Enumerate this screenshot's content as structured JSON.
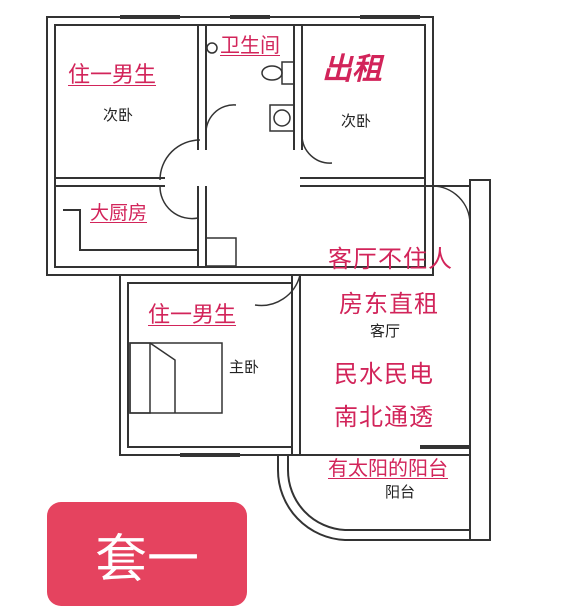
{
  "rooms": {
    "bedroom_left": {
      "tenant": "住一男生",
      "label": "次卧"
    },
    "bathroom": {
      "label": "卫生间"
    },
    "bedroom_right": {
      "status": "出租",
      "label": "次卧"
    },
    "kitchen": {
      "label": "大厨房"
    },
    "master": {
      "tenant": "住一男生",
      "label": "主卧"
    },
    "living": {
      "label": "客厅"
    },
    "balcony": {
      "label": "阳台"
    }
  },
  "notes": [
    "客厅不住人",
    "房东直租",
    "民水民电",
    "南北通透",
    "有太阳的阳台"
  ],
  "badge": {
    "text": "套一"
  },
  "colors": {
    "accent": "#d2245a",
    "badge_bg": "#e5435f",
    "wall": "#333333"
  }
}
